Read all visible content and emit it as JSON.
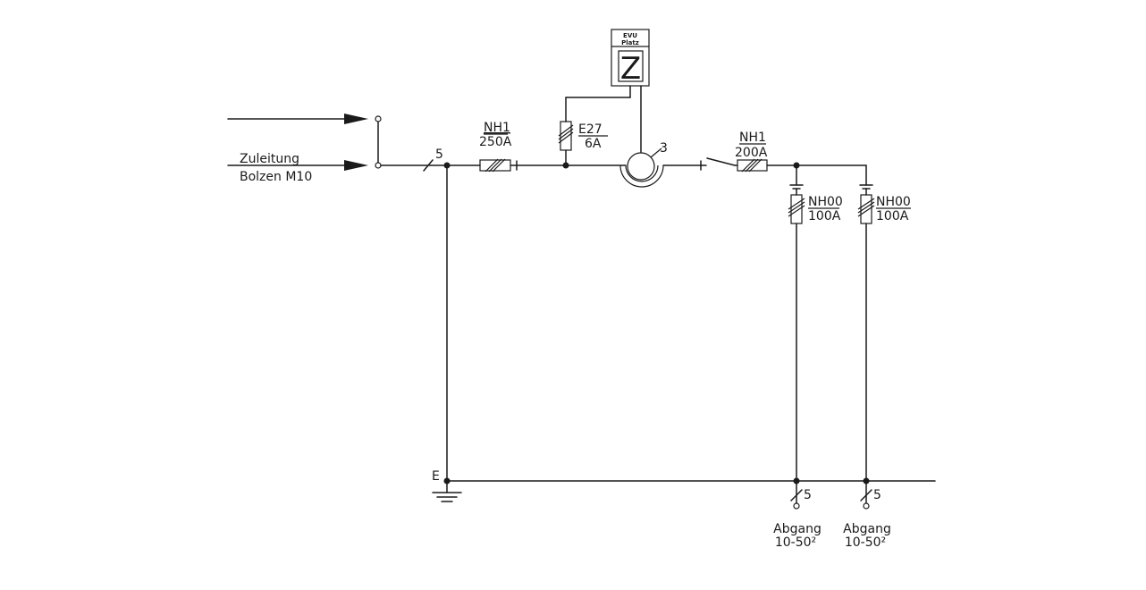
{
  "supply": {
    "line1": "Zuleitung",
    "line2": "Bolzen M10"
  },
  "main_fuse": {
    "type": "NH1",
    "rating": "250A"
  },
  "meter_fuse": {
    "type": "E27",
    "rating": "6A"
  },
  "meter_box": {
    "line1": "EVU",
    "line2": "Platz",
    "symbol": "Z"
  },
  "ct_count": "3",
  "out_fuse": {
    "type": "NH1",
    "rating": "200A"
  },
  "branch_fuse_1": {
    "type": "NH00",
    "rating": "100A"
  },
  "branch_fuse_2": {
    "type": "NH00",
    "rating": "100A"
  },
  "conductor_count": "5",
  "earth_label": "E",
  "outputs": [
    {
      "line1": "Abgang",
      "line2": "10-50²",
      "conductors": "5"
    },
    {
      "line1": "Abgang",
      "line2": "10-50²",
      "conductors": "5"
    }
  ]
}
